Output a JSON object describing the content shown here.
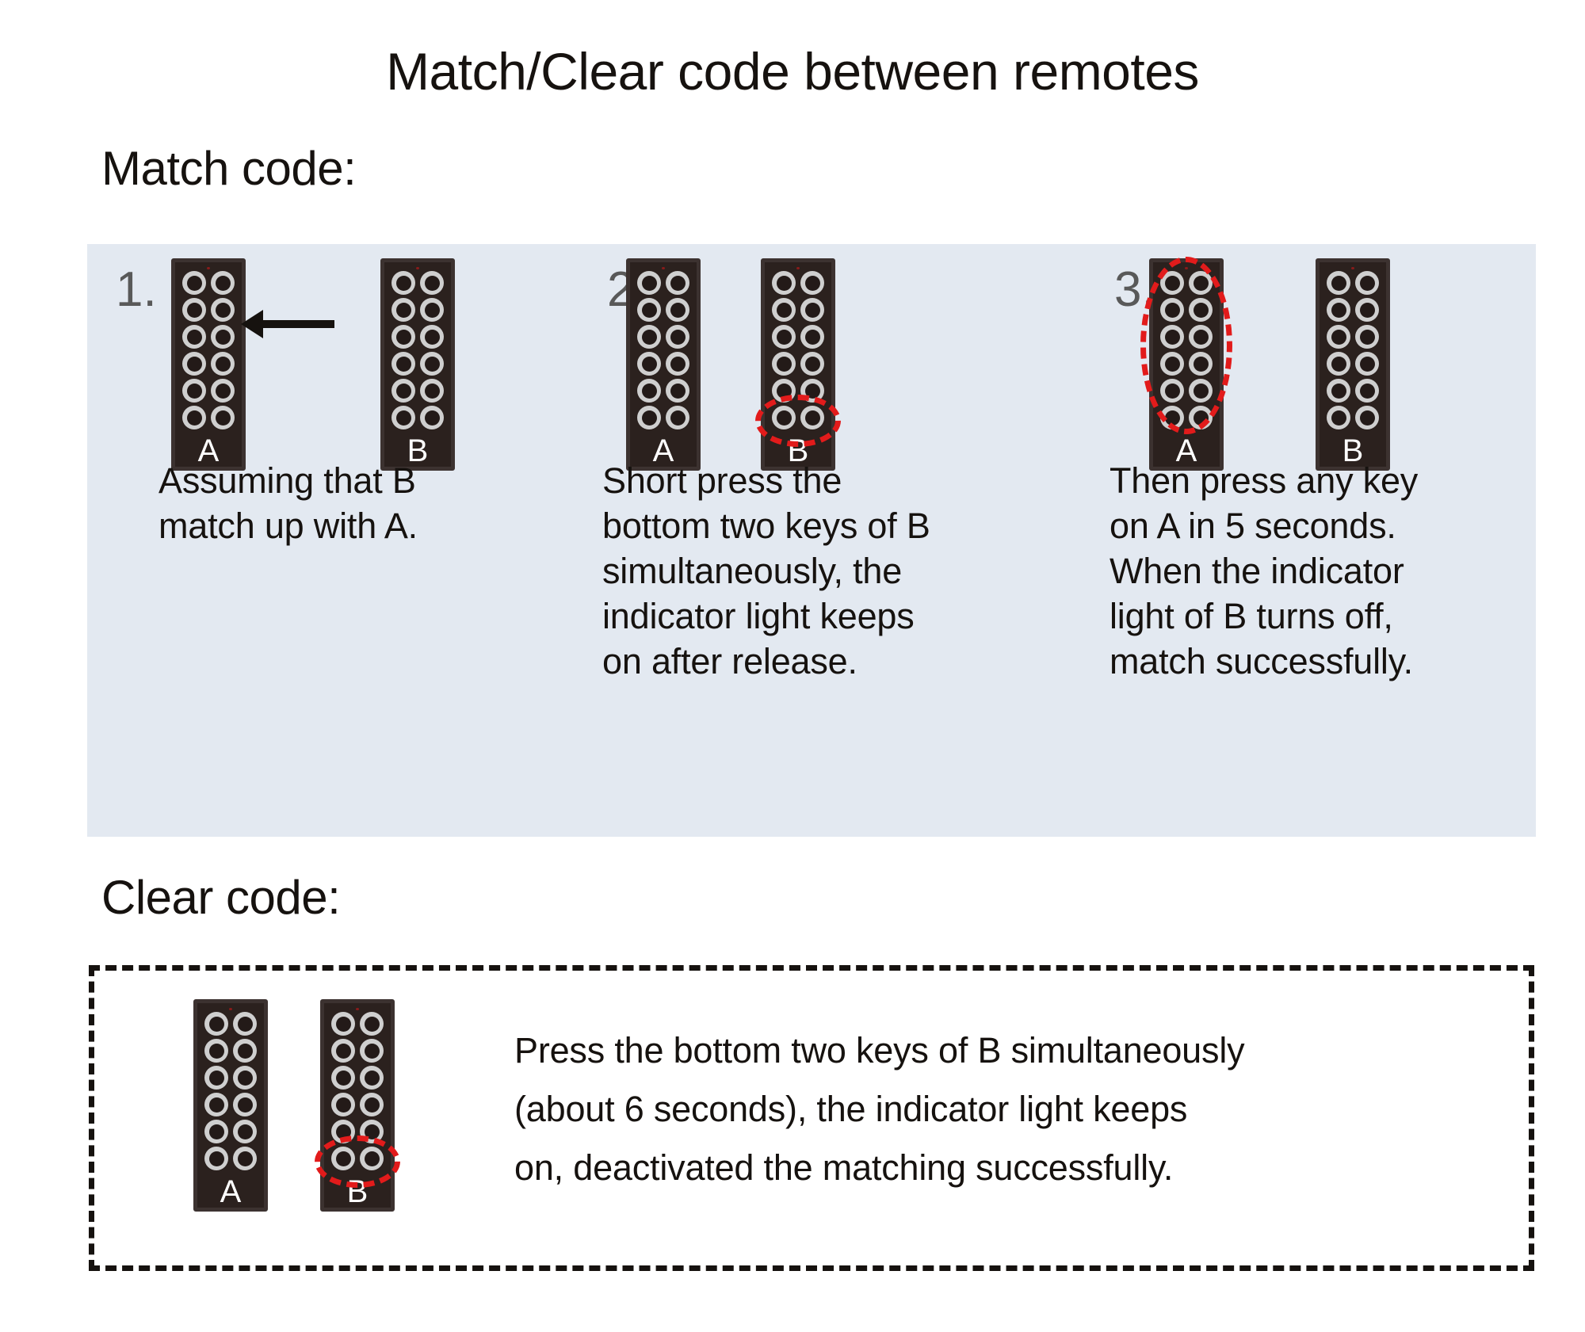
{
  "title": "Match/Clear code between remotes",
  "sections": {
    "match": {
      "heading": "Match code:"
    },
    "clear": {
      "heading": "Clear code:",
      "text": "Press the bottom two keys of B simultaneously\n(about 6 seconds), the indicator light keeps\non, deactivated the matching successfully.",
      "remotes": [
        {
          "label": "A",
          "highlight": "none"
        },
        {
          "label": "B",
          "highlight": "bottom-row"
        }
      ]
    }
  },
  "steps": [
    {
      "number": "1.",
      "caption": "Assuming that B\nmatch up with A.",
      "remotes": [
        {
          "label": "A",
          "highlight": "none"
        },
        {
          "label": "B",
          "highlight": "none"
        }
      ],
      "arrow": "left-arrow-from-b-to-a"
    },
    {
      "number": "2.",
      "caption": "Short press the\nbottom two keys of B\nsimultaneously, the\nindicator light keeps\non after release.",
      "remotes": [
        {
          "label": "A",
          "highlight": "none"
        },
        {
          "label": "B",
          "highlight": "bottom-row"
        }
      ]
    },
    {
      "number": "3.",
      "caption": "Then press any key\non A in 5 seconds.\nWhen the indicator\nlight of B turns off,\nmatch successfully.",
      "remotes": [
        {
          "label": "A",
          "highlight": "full-keypad"
        },
        {
          "label": "B",
          "highlight": "none"
        }
      ]
    }
  ],
  "remote_spec": {
    "key_rows": 6,
    "key_columns": 2,
    "total_keys": 12,
    "body_color": "#2b211e",
    "key_ring_color": "#cfcfcf",
    "led_color": "#8a1b1b"
  },
  "colors": {
    "panel_background": "#e3e9f1",
    "highlight_red": "#e21b1b",
    "text": "#16120f",
    "step_number": "#595959",
    "page_background": "#ffffff"
  }
}
